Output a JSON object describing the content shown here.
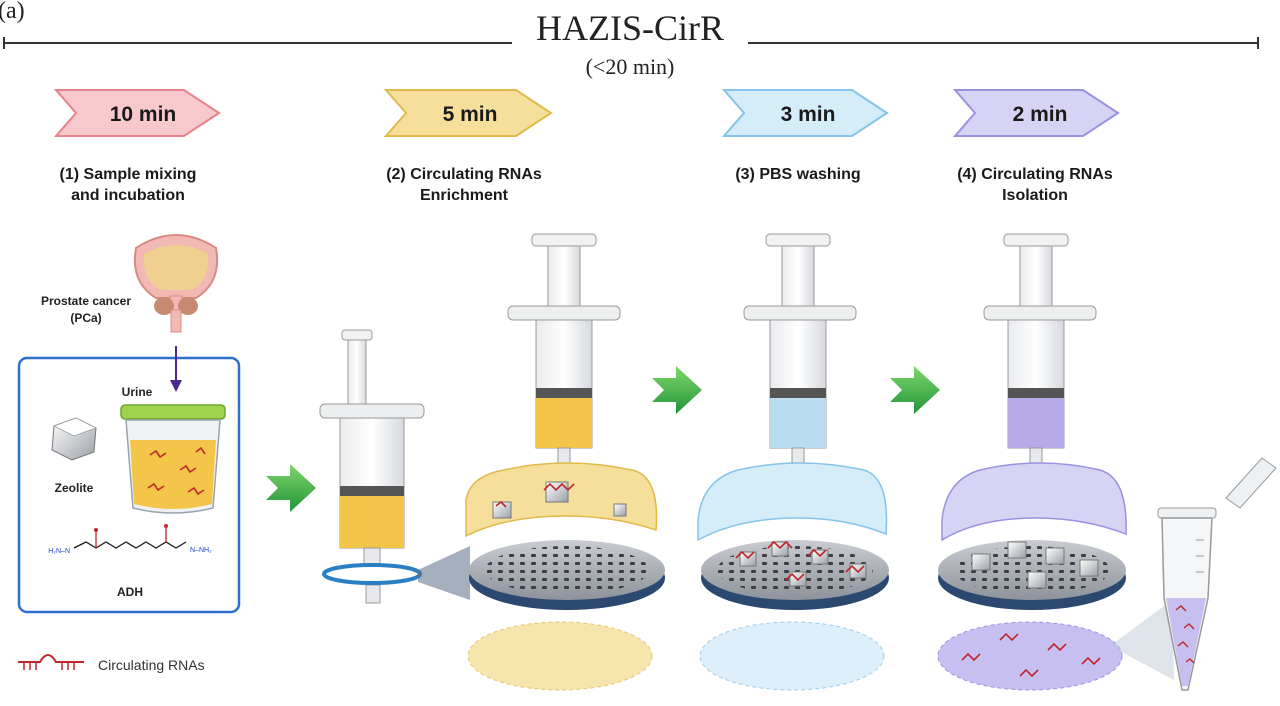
{
  "panel_label": "(a)",
  "title": "HAZIS-CirR",
  "subtitle": "(<20 min)",
  "steps": [
    {
      "time": "10 min",
      "line1": "(1) Sample mixing",
      "line2": "and incubation",
      "color": "#f7c9cc",
      "stroke": "#e8828a"
    },
    {
      "time": "5 min",
      "line1": "(2) Circulating RNAs",
      "line2": "Enrichment",
      "color": "#f6df9b",
      "stroke": "#e1b84a"
    },
    {
      "time": "3 min",
      "line1": "(3) PBS washing",
      "line2": "",
      "color": "#d5ecf9",
      "stroke": "#86c3e8"
    },
    {
      "time": "2 min",
      "line1": "(4) Circulating RNAs",
      "line2": "Isolation",
      "color": "#d6d3f4",
      "stroke": "#9a92e0"
    }
  ],
  "labels": {
    "prostate_line1": "Prostate cancer",
    "prostate_line2": "(PCa)",
    "urine": "Urine",
    "zeolite": "Zeolite",
    "adh": "ADH",
    "adh_left": "H₂N–N",
    "adh_right": "N–NH₂",
    "legend": "Circulating RNAs"
  },
  "colors": {
    "urine": "#f3c64a",
    "pbs": "#b9dcf3",
    "isolation": "#b6abe8",
    "rna": "#c0272d",
    "green_arrow": "#3fb34a",
    "box_border": "#2e6fd0"
  }
}
